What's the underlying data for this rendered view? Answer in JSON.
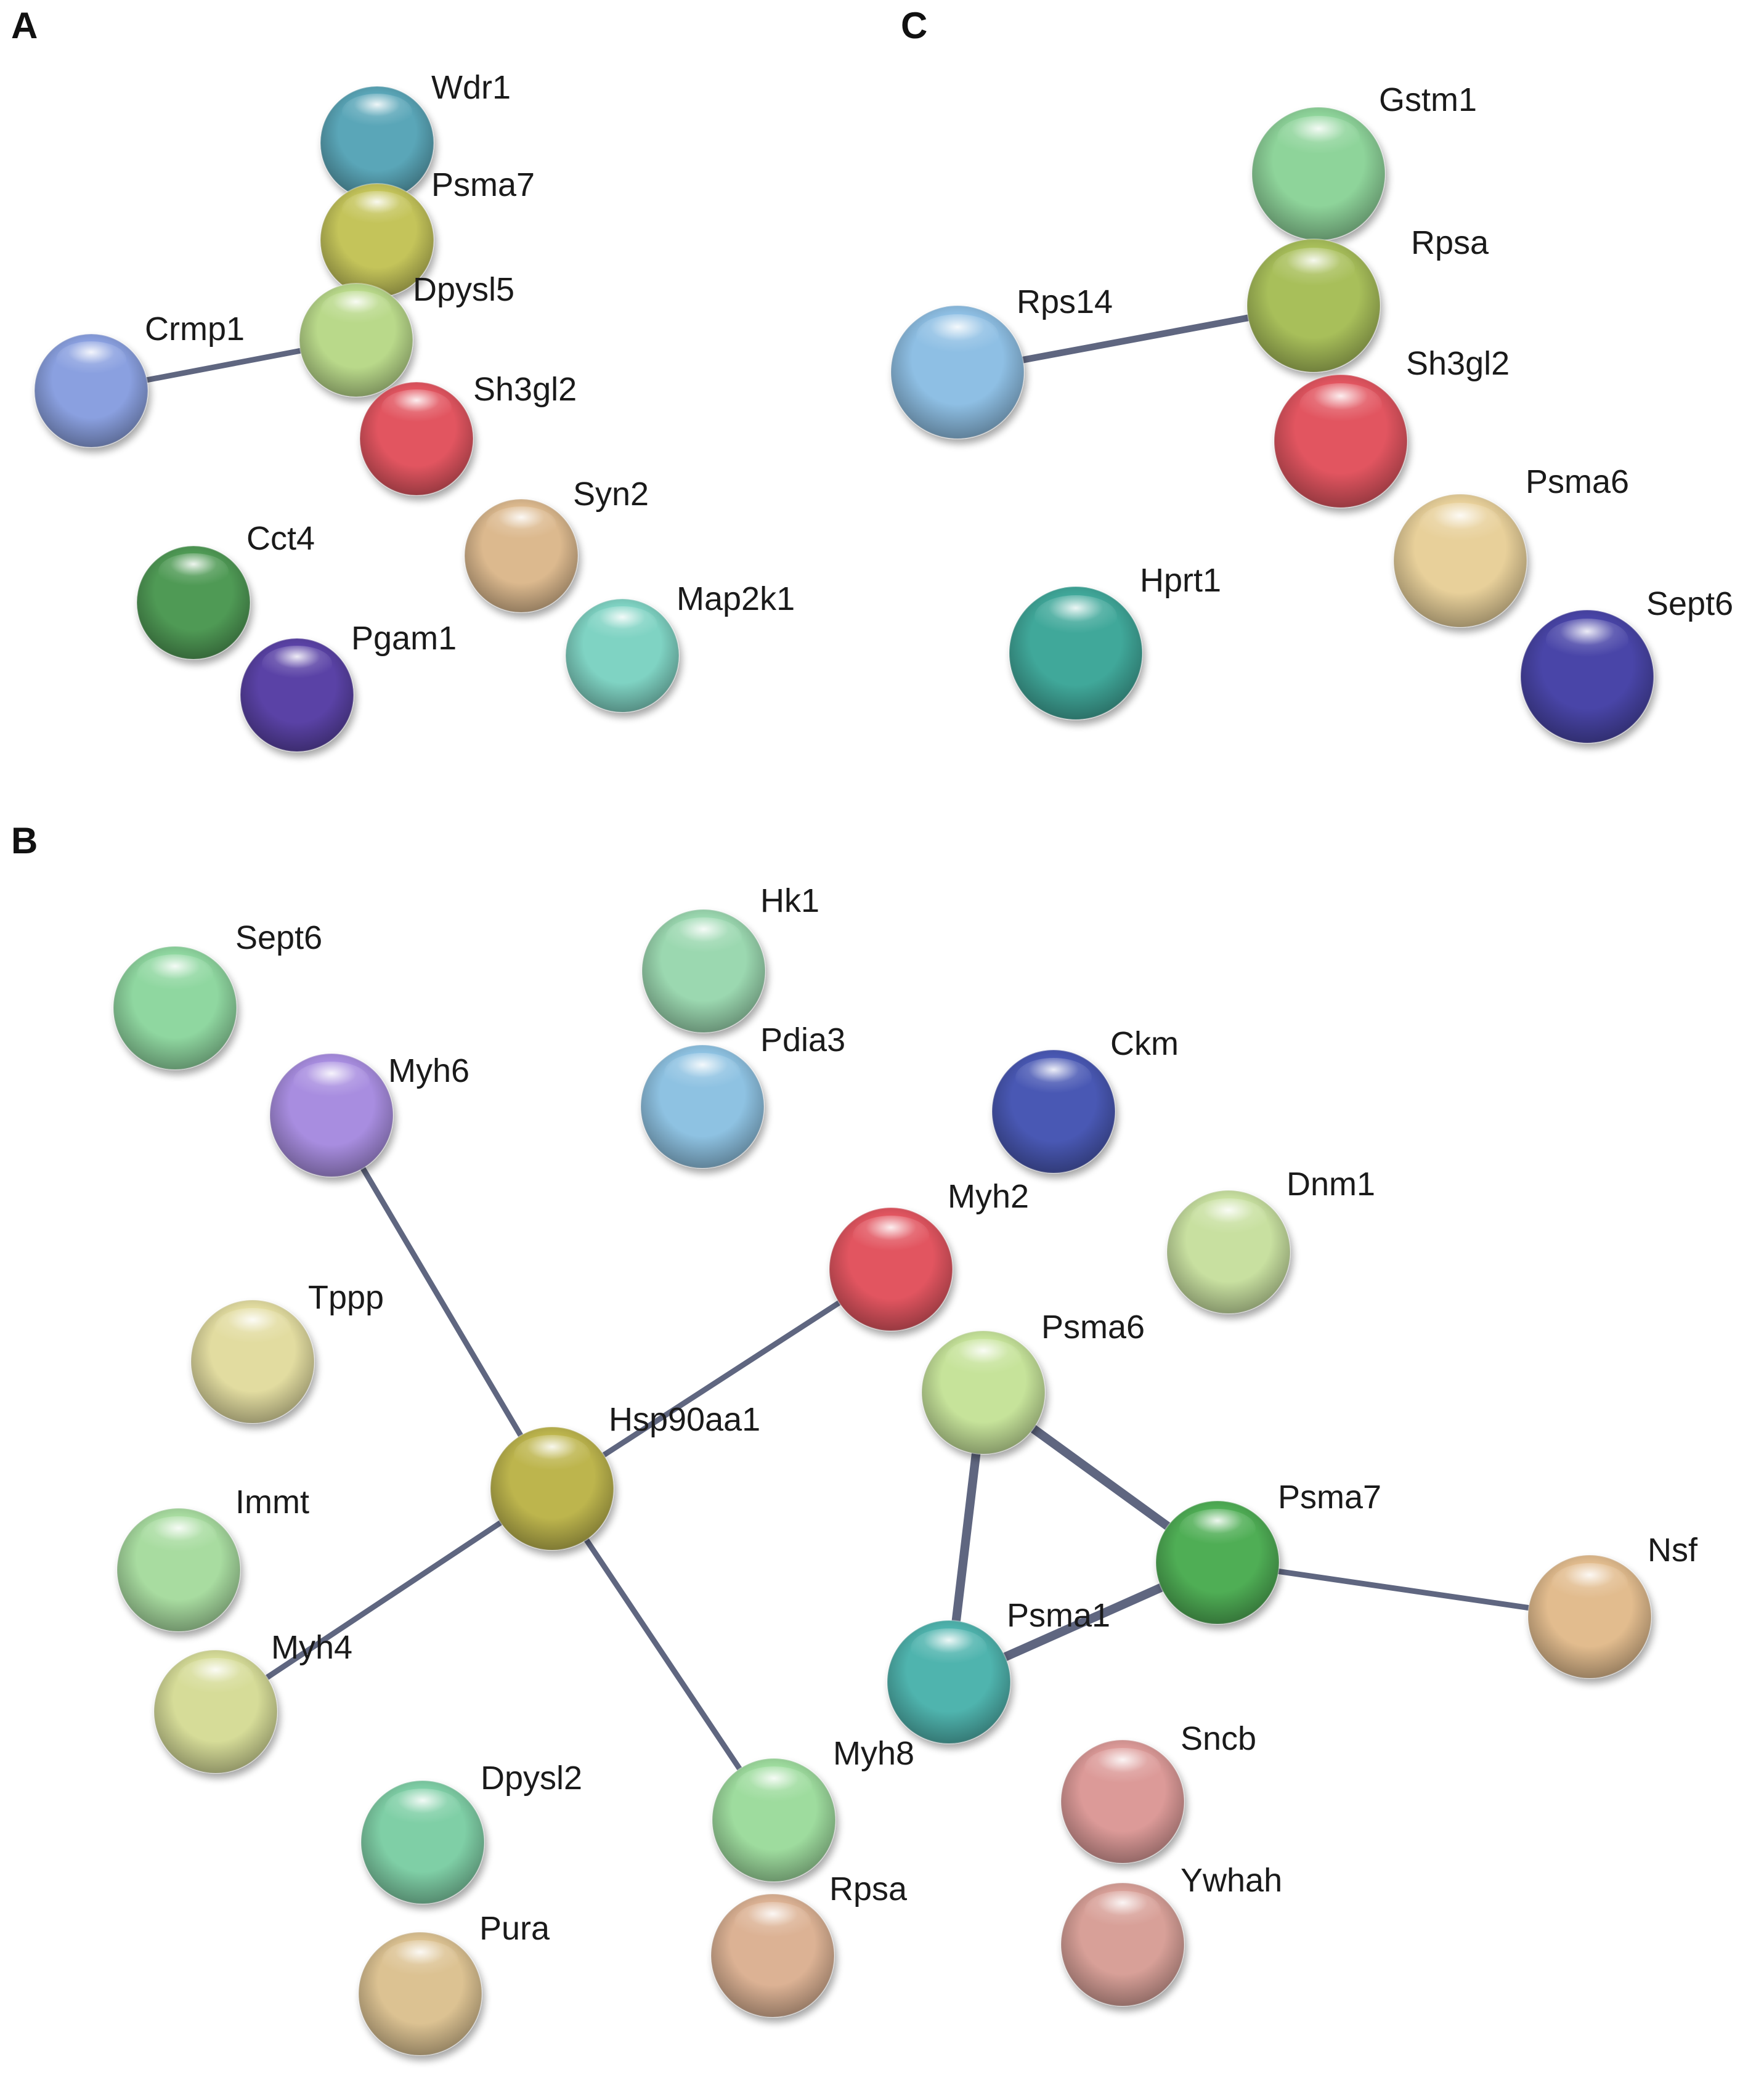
{
  "panels": [
    {
      "letter": "A",
      "nodes": [
        {
          "id": "Wdr1",
          "label": "Wdr1",
          "color": "#5aa6b8"
        },
        {
          "id": "Psma7",
          "label": "Psma7",
          "color": "#c4c45a"
        },
        {
          "id": "Dpysl5",
          "label": "Dpysl5",
          "color": "#b9d98a"
        },
        {
          "id": "Crmp1",
          "label": "Crmp1",
          "color": "#8aa0e0"
        },
        {
          "id": "Sh3gl2",
          "label": "Sh3gl2",
          "color": "#e25560"
        },
        {
          "id": "Syn2",
          "label": "Syn2",
          "color": "#dcb98e"
        },
        {
          "id": "Cct4",
          "label": "Cct4",
          "color": "#4f9a55"
        },
        {
          "id": "Map2k1",
          "label": "Map2k1",
          "color": "#7fd3c3"
        },
        {
          "id": "Pgam1",
          "label": "Pgam1",
          "color": "#5a43a6"
        }
      ],
      "edges": [
        {
          "source": "Crmp1",
          "target": "Dpysl5",
          "weight": 1
        }
      ]
    },
    {
      "letter": "C",
      "nodes": [
        {
          "id": "Gstm1",
          "label": "Gstm1",
          "color": "#8ed49a"
        },
        {
          "id": "Rpsa",
          "label": "Rpsa",
          "color": "#a8bf5a"
        },
        {
          "id": "Rps14",
          "label": "Rps14",
          "color": "#8ebfe4"
        },
        {
          "id": "Sh3gl2",
          "label": "Sh3gl2",
          "color": "#e25560"
        },
        {
          "id": "Psma6",
          "label": "Psma6",
          "color": "#e8d09a"
        },
        {
          "id": "Hprt1",
          "label": "Hprt1",
          "color": "#3fa89a"
        },
        {
          "id": "Sept6",
          "label": "Sept6",
          "color": "#4a44a8"
        }
      ],
      "edges": [
        {
          "source": "Rps14",
          "target": "Rpsa",
          "weight": 1.2
        }
      ]
    },
    {
      "letter": "B",
      "nodes": [
        {
          "id": "Sept6",
          "label": "Sept6",
          "color": "#8fd7a0"
        },
        {
          "id": "Hk1",
          "label": "Hk1",
          "color": "#9bd8b0"
        },
        {
          "id": "Pdia3",
          "label": "Pdia3",
          "color": "#8ec2e2"
        },
        {
          "id": "Myh6",
          "label": "Myh6",
          "color": "#a88de0"
        },
        {
          "id": "Ckm",
          "label": "Ckm",
          "color": "#4a58b4"
        },
        {
          "id": "Myh2",
          "label": "Myh2",
          "color": "#e25560"
        },
        {
          "id": "Dnm1",
          "label": "Dnm1",
          "color": "#c8e0a0"
        },
        {
          "id": "Tppp",
          "label": "Tppp",
          "color": "#e2dca0"
        },
        {
          "id": "Psma6",
          "label": "Psma6",
          "color": "#c6e39a"
        },
        {
          "id": "Hsp90aa1",
          "label": "Hsp90aa1",
          "color": "#bdb54e"
        },
        {
          "id": "Immt",
          "label": "Immt",
          "color": "#a8dca0"
        },
        {
          "id": "Psma7",
          "label": "Psma7",
          "color": "#4fae55"
        },
        {
          "id": "Nsf",
          "label": "Nsf",
          "color": "#e2bc8e"
        },
        {
          "id": "Myh4",
          "label": "Myh4",
          "color": "#d6dc98"
        },
        {
          "id": "Psma1",
          "label": "Psma1",
          "color": "#4fb4ae"
        },
        {
          "id": "Myh8",
          "label": "Myh8",
          "color": "#9edc9e"
        },
        {
          "id": "Sncb",
          "label": "Sncb",
          "color": "#dc9a98"
        },
        {
          "id": "Dpysl2",
          "label": "Dpysl2",
          "color": "#7fcfa6"
        },
        {
          "id": "Ywhah",
          "label": "Ywhah",
          "color": "#d8a098"
        },
        {
          "id": "Rpsa",
          "label": "Rpsa",
          "color": "#dcb294"
        },
        {
          "id": "Pura",
          "label": "Pura",
          "color": "#dcc292"
        }
      ],
      "edges": [
        {
          "source": "Myh6",
          "target": "Hsp90aa1",
          "weight": 1
        },
        {
          "source": "Hsp90aa1",
          "target": "Myh2",
          "weight": 1
        },
        {
          "source": "Hsp90aa1",
          "target": "Myh4",
          "weight": 1
        },
        {
          "source": "Hsp90aa1",
          "target": "Myh8",
          "weight": 1
        },
        {
          "source": "Psma6",
          "target": "Psma7",
          "weight": 1.6
        },
        {
          "source": "Psma6",
          "target": "Psma1",
          "weight": 1.6
        },
        {
          "source": "Psma7",
          "target": "Psma1",
          "weight": 1.6
        },
        {
          "source": "Psma7",
          "target": "Nsf",
          "weight": 1
        }
      ]
    }
  ]
}
